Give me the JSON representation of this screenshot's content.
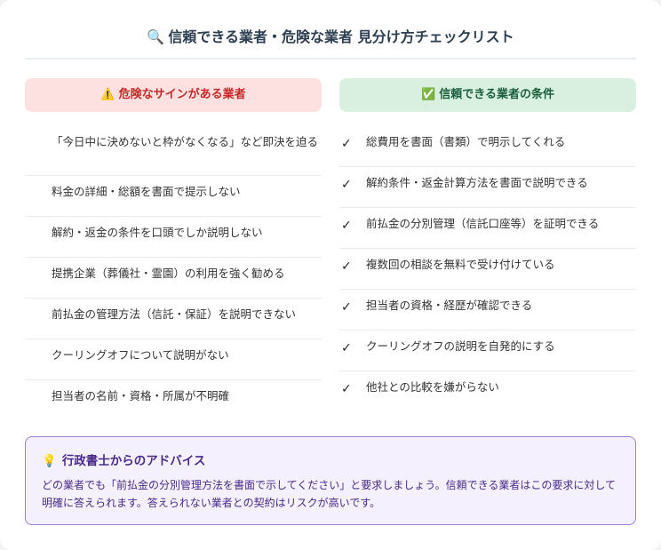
{
  "header": {
    "icon": "🔍",
    "title": "信頼できる業者・危険な業者 見分け方チェックリスト"
  },
  "danger": {
    "icon": "⚠️",
    "heading": "危険なサインがある業者",
    "accent_color": "#c62828",
    "bg_color": "#fde0e0",
    "items": [
      "「今日中に決めないと枠がなくなる」など即決を迫る",
      "料金の詳細・総額を書面で提示しない",
      "解約・返金の条件を口頭でしか説明しない",
      "提携企業（葬儀社・霊園）の利用を強く勧める",
      "前払金の管理方法（信託・保証）を説明できない",
      "クーリングオフについて説明がない",
      "担当者の名前・資格・所属が不明確"
    ]
  },
  "trusted": {
    "icon": "✅",
    "heading": "信頼できる業者の条件",
    "accent_color": "#1b5e3b",
    "bg_color": "#d9f0e1",
    "check_glyph": "✓",
    "items": [
      "総費用を書面（書類）で明示してくれる",
      "解約条件・返金計算方法を書面で説明できる",
      "前払金の分別管理（信託口座等）を証明できる",
      "複数回の相談を無料で受け付けている",
      "担当者の資格・経歴が確認できる",
      "クーリングオフの説明を自発的にする",
      "他社との比較を嫌がらない"
    ]
  },
  "advice": {
    "icon": "💡",
    "title": "行政書士からのアドバイス",
    "body": "どの業者でも「前払金の分別管理方法を書面で示してください」と要求しましょう。信頼できる業者はこの要求に対して明確に答えられます。答えられない業者との契約はリスクが高いです。",
    "border_color": "#9b7fd4",
    "bg_color": "#f4f0fd"
  }
}
